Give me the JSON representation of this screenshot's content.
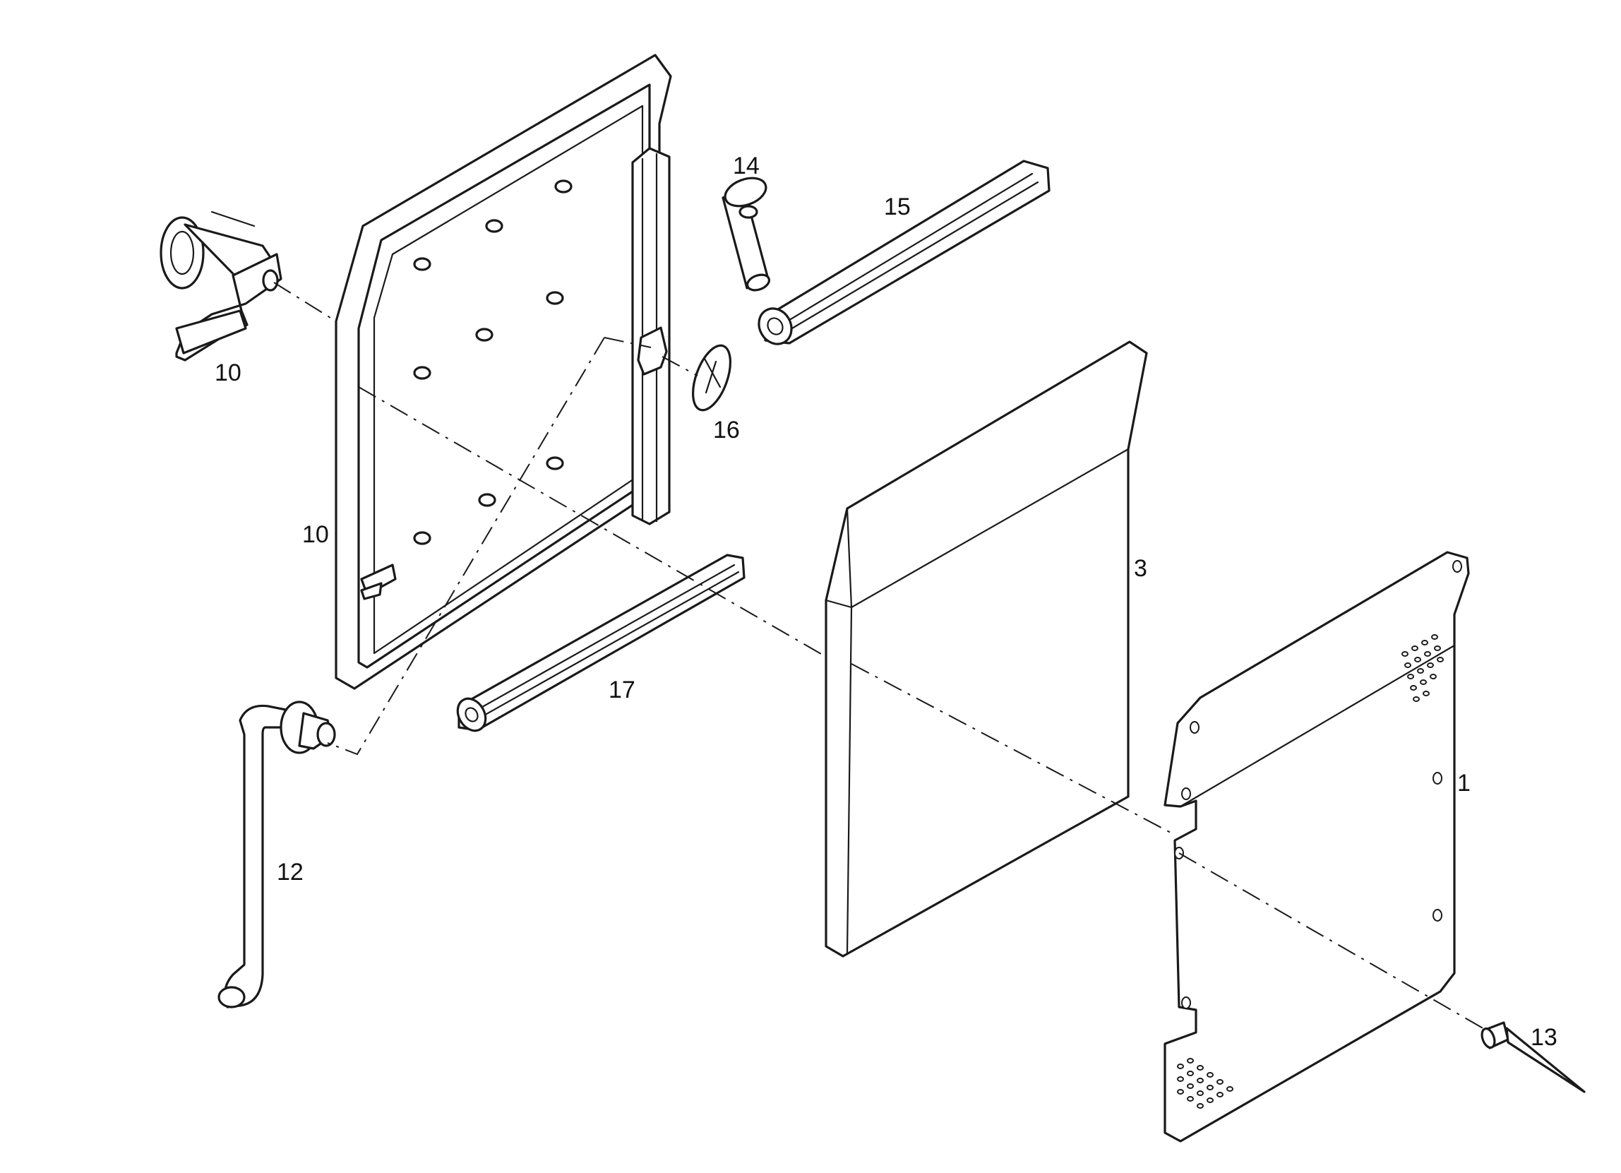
{
  "callouts": {
    "c10_top": "10",
    "c10_left": "10",
    "c12": "12",
    "c14": "14",
    "c15": "15",
    "c16": "16",
    "c17": "17",
    "c3": "3",
    "c1": "1",
    "c13": "13"
  }
}
